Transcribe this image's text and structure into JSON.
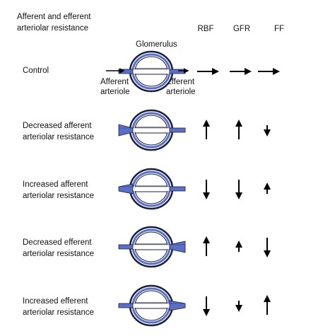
{
  "title_lines": [
    "Afferent and efferent",
    "arteriolar resistance"
  ],
  "columns": [
    "RBF",
    "GFR",
    "FF"
  ],
  "labels": {
    "glomerulus": "Glomerulus",
    "afferent_lines": [
      "Afferent",
      "arteriole"
    ],
    "efferent_lines": [
      "Efferent",
      "arteriole"
    ]
  },
  "rows": [
    {
      "name": "control",
      "lines": [
        "Control"
      ],
      "effects": [
        "right",
        "right",
        "right"
      ],
      "afferent": "normal",
      "efferent": "normal"
    },
    {
      "name": "decreased-afferent",
      "lines": [
        "Decreased afferent",
        "arteriolar resistance"
      ],
      "effects": [
        "up-large",
        "up-large",
        "down-small"
      ],
      "afferent": "wide",
      "efferent": "normal"
    },
    {
      "name": "increased-afferent",
      "lines": [
        "Increased afferent",
        "arteriolar resistance"
      ],
      "effects": [
        "down-large",
        "down-large",
        "up-small"
      ],
      "afferent": "narrow",
      "efferent": "normal"
    },
    {
      "name": "decreased-efferent",
      "lines": [
        "Decreased efferent",
        "arteriolar resistance"
      ],
      "effects": [
        "up-large",
        "up-small",
        "down-large"
      ],
      "afferent": "normal",
      "efferent": "wide"
    },
    {
      "name": "increased-efferent",
      "lines": [
        "Increased efferent",
        "arteriolar resistance"
      ],
      "effects": [
        "down-large",
        "down-small",
        "up-large"
      ],
      "afferent": "normal",
      "efferent": "narrow"
    }
  ],
  "colors": {
    "vessel": "#5b6fc8",
    "outline": "#1a1f3a",
    "arrow": "#000000"
  }
}
